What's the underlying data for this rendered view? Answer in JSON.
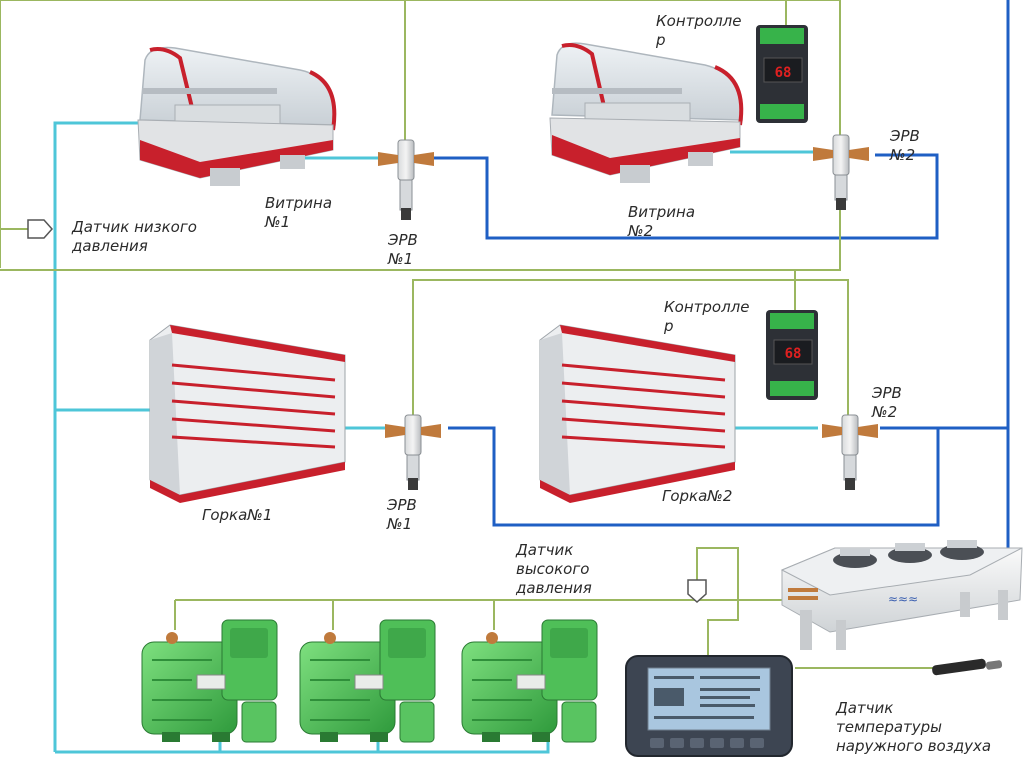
{
  "labels": {
    "low_pressure_sensor": "Датчик низкого\nдавления",
    "high_pressure_sensor": "Датчик\nвысокого\nдавления",
    "outdoor_temp_sensor": "Датчик\nтемпературы\nнаружного воздуха",
    "showcase_1": "Витрина\n№1",
    "showcase_2": "Витрина\n№2",
    "rack_1": "Горка№1",
    "rack_2": "Горка№2",
    "evr_top_1": "ЭРВ\n№1",
    "evr_top_2": "ЭРВ\n№2",
    "evr_mid_1": "ЭРВ\n№1",
    "evr_mid_2": "ЭРВ\n№2",
    "controller_top": "Контролле\nр",
    "controller_mid": "Контролле\nр"
  },
  "controller_display": "68",
  "colors": {
    "suction_line": "#4ec6d8",
    "liquid_line": "#1f5fc4",
    "signal_line": "#9bb760",
    "compressor": "#56c85f",
    "display_frame": "#3d4552",
    "display_screen": "#a9c6df",
    "case_red": "#c8202c",
    "controller_body": "#2d3036",
    "controller_terminal": "#37b34a"
  }
}
